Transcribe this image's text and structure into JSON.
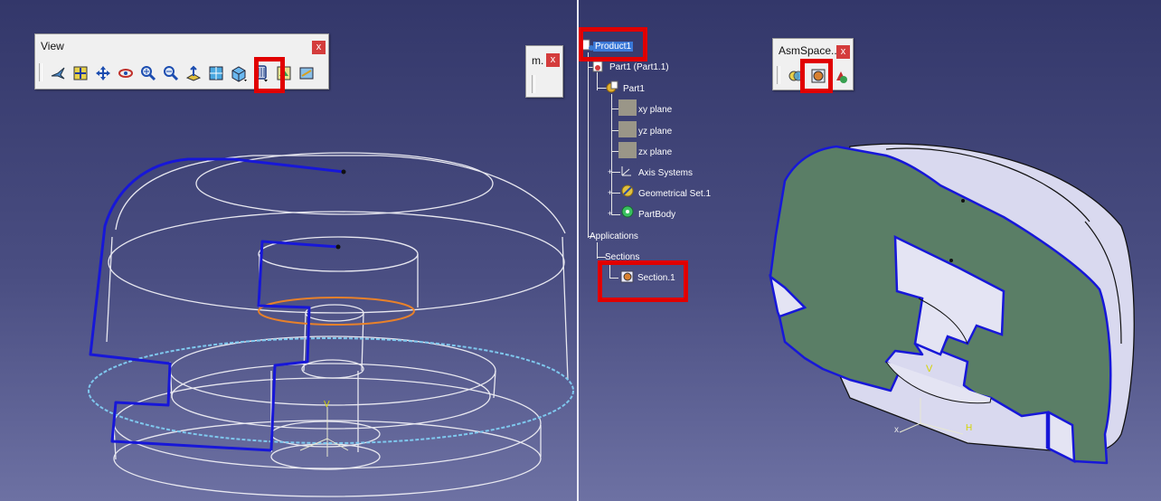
{
  "view_toolbar": {
    "title": "View",
    "close": "x",
    "icons": [
      "fly-mode-icon",
      "fit-all-icon",
      "pan-icon",
      "rotate-icon",
      "zoom-in-icon",
      "zoom-out-icon",
      "normal-view-icon",
      "multi-view-icon",
      "iso-view-icon",
      "shading-icon",
      "hide-show-icon",
      "swap-space-icon"
    ]
  },
  "mini_toolbar": {
    "title": "m.",
    "close": "x"
  },
  "asm_toolbar": {
    "title": "AsmSpace...",
    "close": "x",
    "icons": [
      "clash-icon",
      "sectioning-icon",
      "distance-icon"
    ]
  },
  "tree": {
    "root": "Product1",
    "part_instance": "Part1 (Part1.1)",
    "part": "Part1",
    "xy_plane": "xy plane",
    "yz_plane": "yz plane",
    "zx_plane": "zx plane",
    "axis_systems": "Axis Systems",
    "geometrical_set": "Geometrical Set.1",
    "part_body": "PartBody",
    "applications": "Applications",
    "sections": "Sections",
    "section1": "Section.1"
  },
  "axis_labels": {
    "v": "V",
    "h": "H",
    "x": "x"
  },
  "colors": {
    "highlight": "#e10000",
    "profile": "#1717d8",
    "wire": "#e8e8f0",
    "section_face": "#5a7e66",
    "solid": "#d9d9ef",
    "orange_edge": "#e8812a",
    "dash_edge": "#7fc8ee"
  }
}
